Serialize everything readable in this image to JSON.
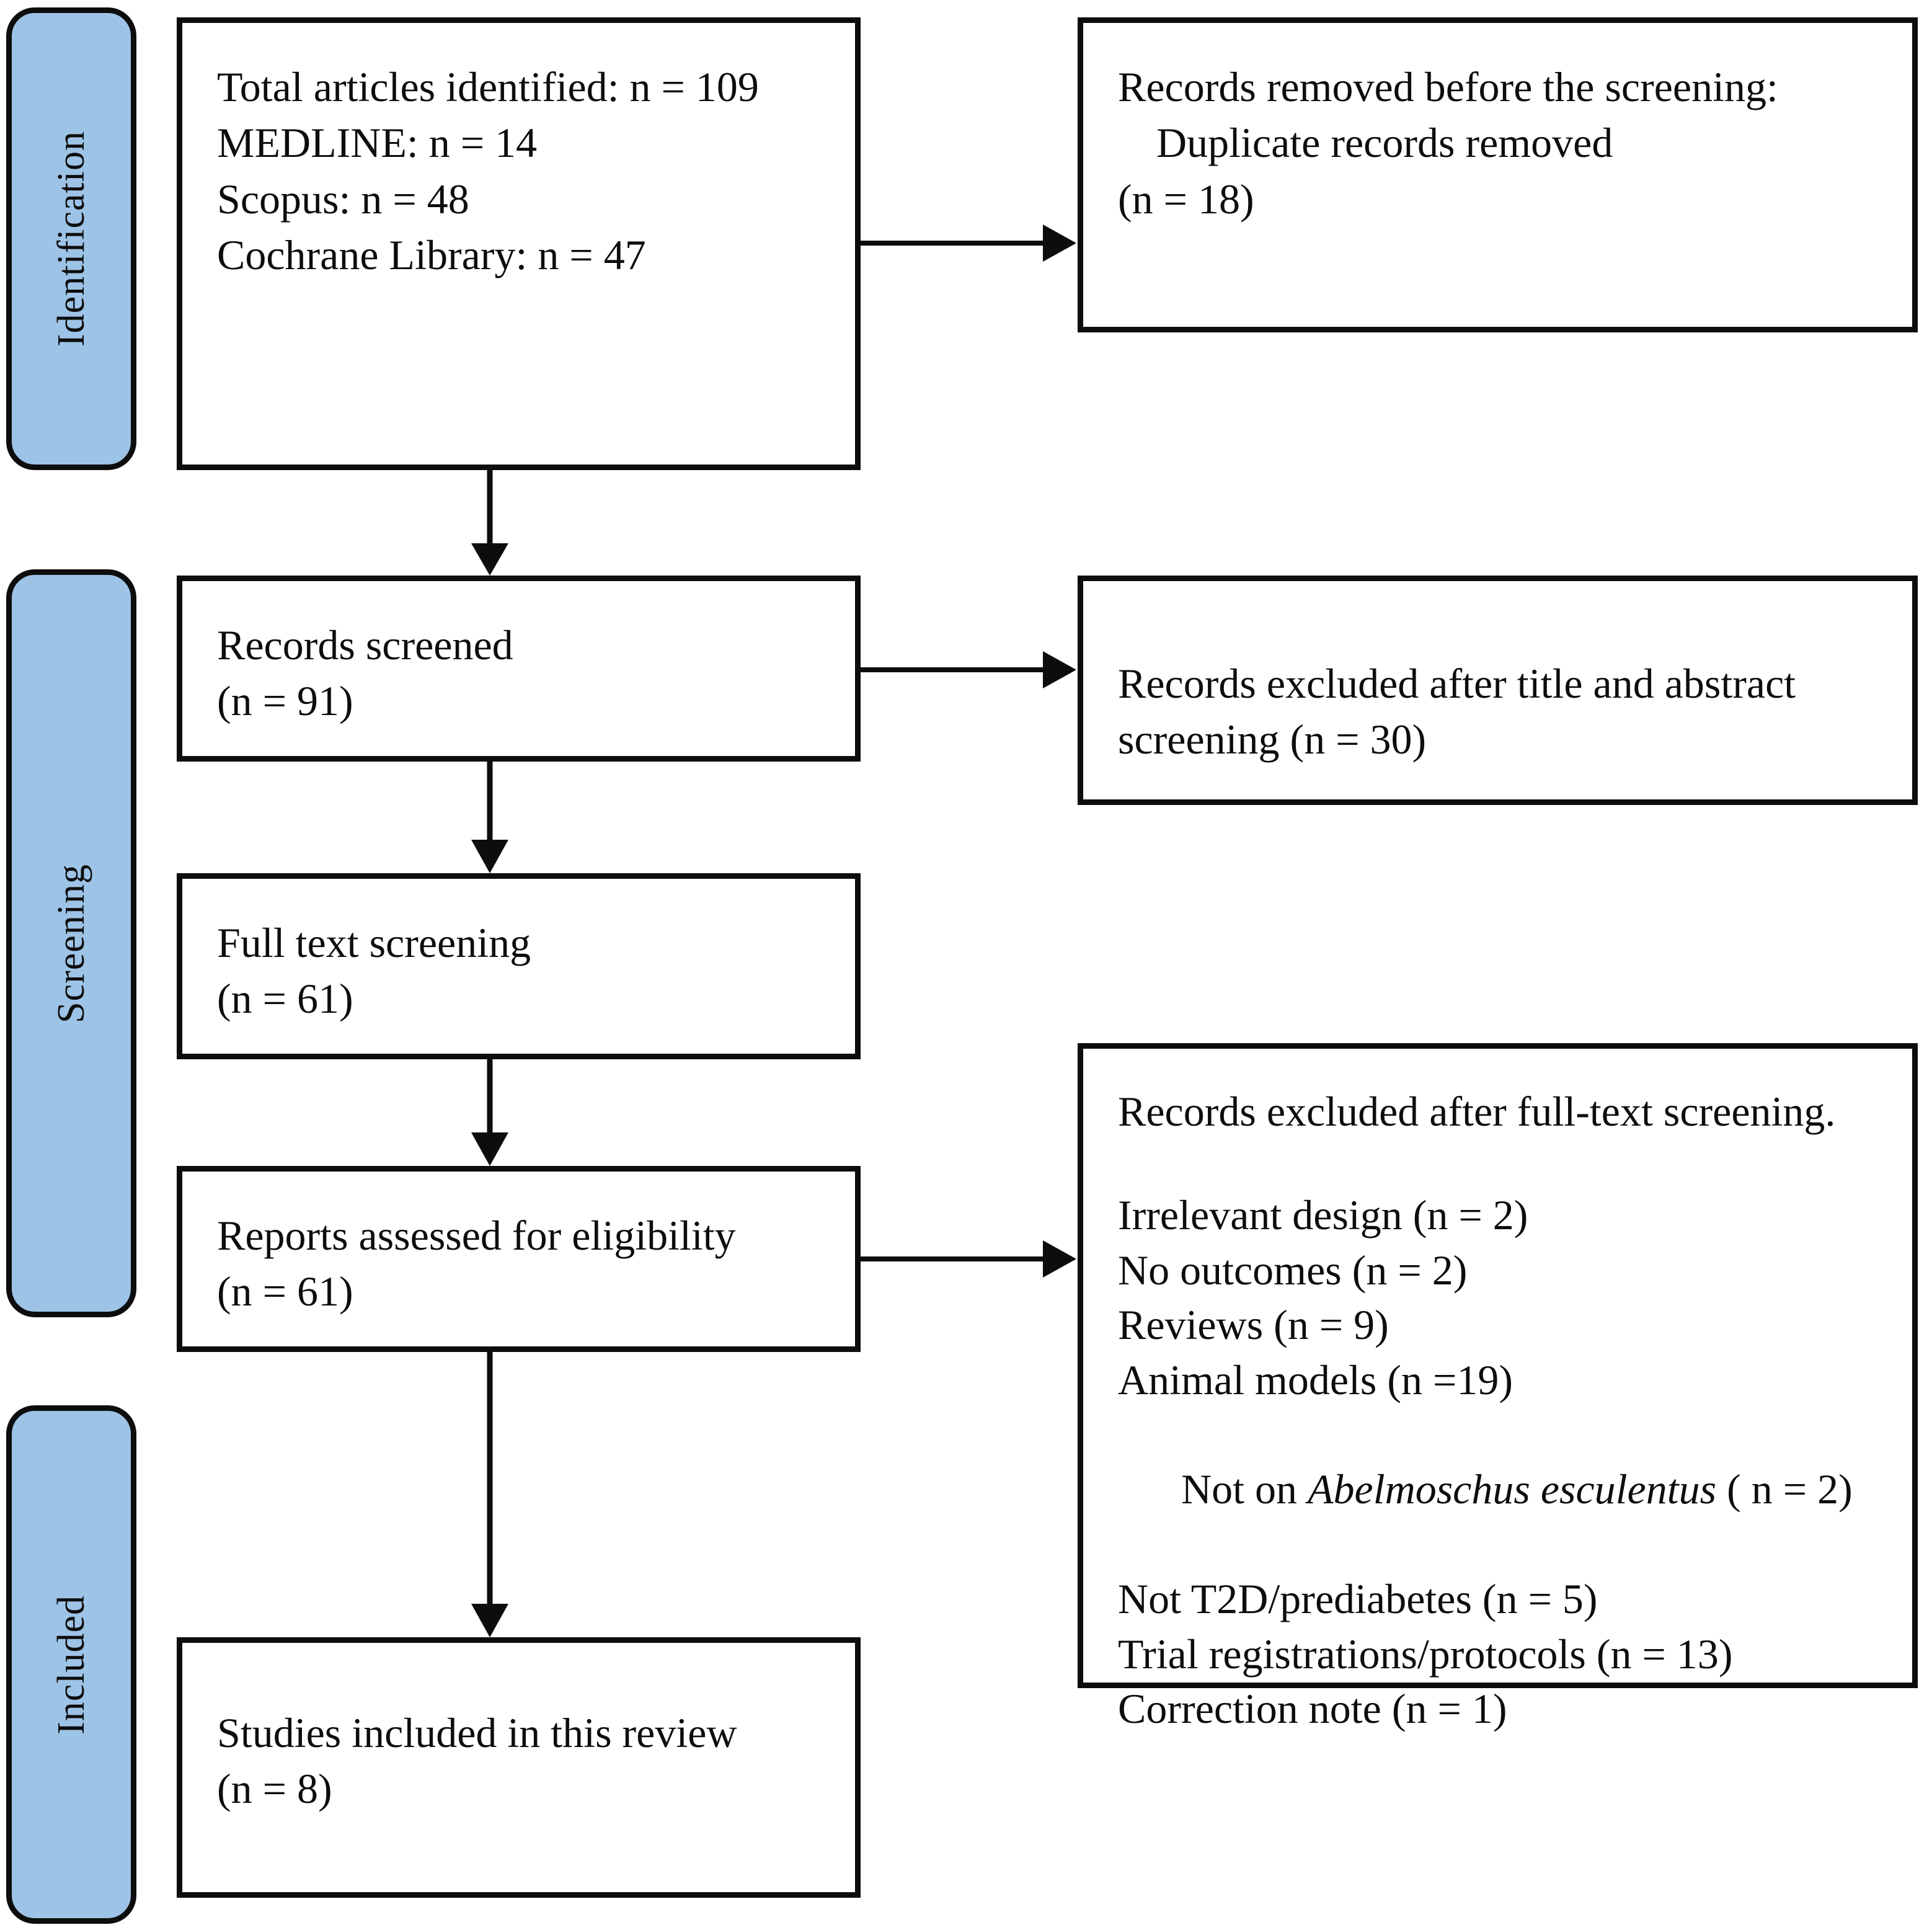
{
  "diagram": {
    "type": "prisma-flow-diagram",
    "title": "PRISMA study selection flow diagram",
    "colors": {
      "stage_fill": "#9DC3E6",
      "stroke": "#0D0D0D",
      "box_fill": "#FFFFFF",
      "background": "#FFFFFF"
    },
    "stages": [
      {
        "id": "identification",
        "label": "Identification"
      },
      {
        "id": "screening",
        "label": "Screening"
      },
      {
        "id": "included",
        "label": "Included"
      }
    ],
    "boxes": [
      {
        "id": "identified",
        "stage": "identification",
        "column": "left",
        "lines": [
          "Total articles identified: n = 109",
          "MEDLINE: n = 14",
          "Scopus: n = 48",
          "Cochrane Library: n = 47"
        ]
      },
      {
        "id": "removed-before-screening",
        "stage": "identification",
        "column": "right",
        "lines": [
          "Records removed before the screening:",
          "Duplicate records removed",
          "(n = 18)"
        ]
      },
      {
        "id": "records-screened",
        "stage": "screening",
        "column": "left",
        "lines": [
          "Records screened",
          "(n = 91)"
        ]
      },
      {
        "id": "excluded-title-abstract",
        "stage": "screening",
        "column": "right",
        "lines": [
          "Records excluded after title and abstract",
          "screening (n = 30)"
        ]
      },
      {
        "id": "full-text-screening",
        "stage": "screening",
        "column": "left",
        "lines": [
          "Full text screening",
          "(n = 61)"
        ]
      },
      {
        "id": "reports-assessed",
        "stage": "screening",
        "column": "left",
        "lines": [
          "Reports assessed for eligibility",
          "(n = 61)"
        ]
      },
      {
        "id": "excluded-full-text",
        "stage": "screening",
        "column": "right",
        "heading": "Records excluded after full-text screening.",
        "reasons": [
          {
            "label": "Irrelevant design (n = 2)",
            "italic": ""
          },
          {
            "label": "No outcomes (n = 2)",
            "italic": ""
          },
          {
            "label": "Reviews (n = 9)",
            "italic": ""
          },
          {
            "label": "Animal models (n =19)",
            "italic": ""
          },
          {
            "label": "Not on ",
            "italic": "Abelmoschus esculentus",
            "suffix": " ( n = 2)"
          },
          {
            "label": "Not T2D/prediabetes (n = 5)",
            "italic": ""
          },
          {
            "label": "Trial registrations/protocols (n = 13)",
            "italic": ""
          },
          {
            "label": "Correction note (n = 1)",
            "italic": ""
          }
        ]
      },
      {
        "id": "studies-included",
        "stage": "included",
        "column": "left",
        "lines": [
          "Studies included in this review",
          "(n = 8)"
        ]
      }
    ],
    "connectors": [
      {
        "id": "identified-to-removed",
        "from": "identified",
        "to": "removed-before-screening",
        "direction": "horizontal"
      },
      {
        "id": "identified-to-screened",
        "from": "identified",
        "to": "records-screened",
        "direction": "vertical"
      },
      {
        "id": "screened-to-excluded-ta",
        "from": "records-screened",
        "to": "excluded-title-abstract",
        "direction": "horizontal"
      },
      {
        "id": "screened-to-fulltext",
        "from": "records-screened",
        "to": "full-text-screening",
        "direction": "vertical"
      },
      {
        "id": "fulltext-to-assessed",
        "from": "full-text-screening",
        "to": "reports-assessed",
        "direction": "vertical"
      },
      {
        "id": "assessed-to-excluded-ft",
        "from": "reports-assessed",
        "to": "excluded-full-text",
        "direction": "horizontal"
      },
      {
        "id": "assessed-to-included",
        "from": "reports-assessed",
        "to": "studies-included",
        "direction": "vertical"
      }
    ]
  }
}
